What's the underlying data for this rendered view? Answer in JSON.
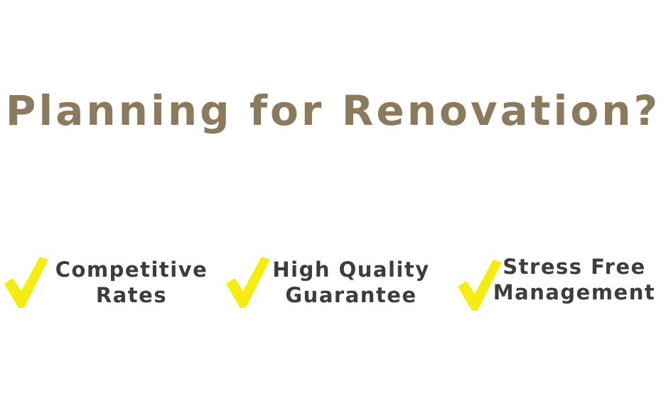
{
  "colors": {
    "headline": "#8c7a5e",
    "feature_text": "#3d3d3d",
    "check": "#f5ec12"
  },
  "headline": "Planning for Renovation?",
  "features": [
    {
      "icon": "checkmark-icon",
      "line1": "Competitive",
      "line2": "Rates"
    },
    {
      "icon": "checkmark-icon",
      "line1": "High Quality",
      "line2": "Guarantee"
    },
    {
      "icon": "checkmark-icon",
      "line1": "Stress Free",
      "line2": "Management"
    }
  ]
}
